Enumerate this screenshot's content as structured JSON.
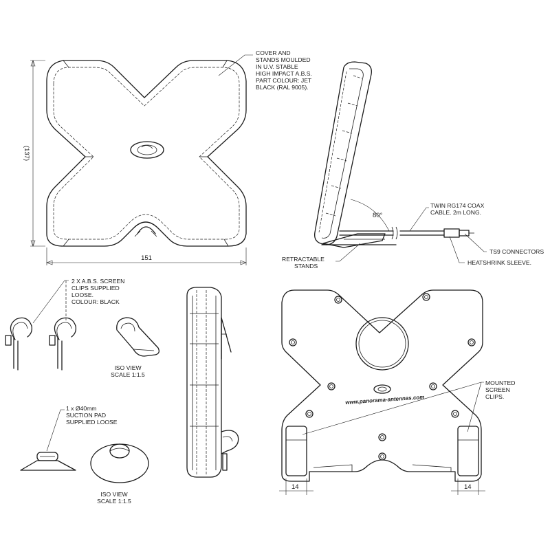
{
  "labels": {
    "cover_note": [
      "COVER AND",
      "STANDS MOULDED",
      "IN U.V. STABLE",
      "HIGH IMPACT A.B.S.",
      "PART COLOUR: JET",
      "BLACK (RAL 9005)."
    ],
    "cable_note": [
      "TWIN RG174 COAX",
      "CABLE. 2m LONG."
    ],
    "connectors_note": "TS9 CONNECTORS",
    "heatshrink_note": "HEATSHRINK SLEEVE.",
    "stands_note": [
      "RETRACTABLE",
      "STANDS"
    ],
    "clips_note": [
      "2 X A.B.S. SCREEN",
      "CLIPS SUPPLIED",
      "LOOSE.",
      "COLOUR: BLACK"
    ],
    "clip_iso_note": [
      "ISO VIEW",
      "SCALE 1:1.5"
    ],
    "suction_note": [
      "1 x  Ø40mm",
      "SUCTION PAD",
      "SUPPLIED LOOSE"
    ],
    "suction_iso_note": [
      "ISO VIEW",
      "SCALE 1:1.5"
    ],
    "mounted_note": [
      "MOUNTED",
      "SCREEN",
      "CLIPS."
    ],
    "brand_text": "www.panorama-antennas.com"
  },
  "dimensions": {
    "height": "(137)",
    "width": "151",
    "angle": "80°",
    "clip_left": "14",
    "clip_right": "14"
  }
}
